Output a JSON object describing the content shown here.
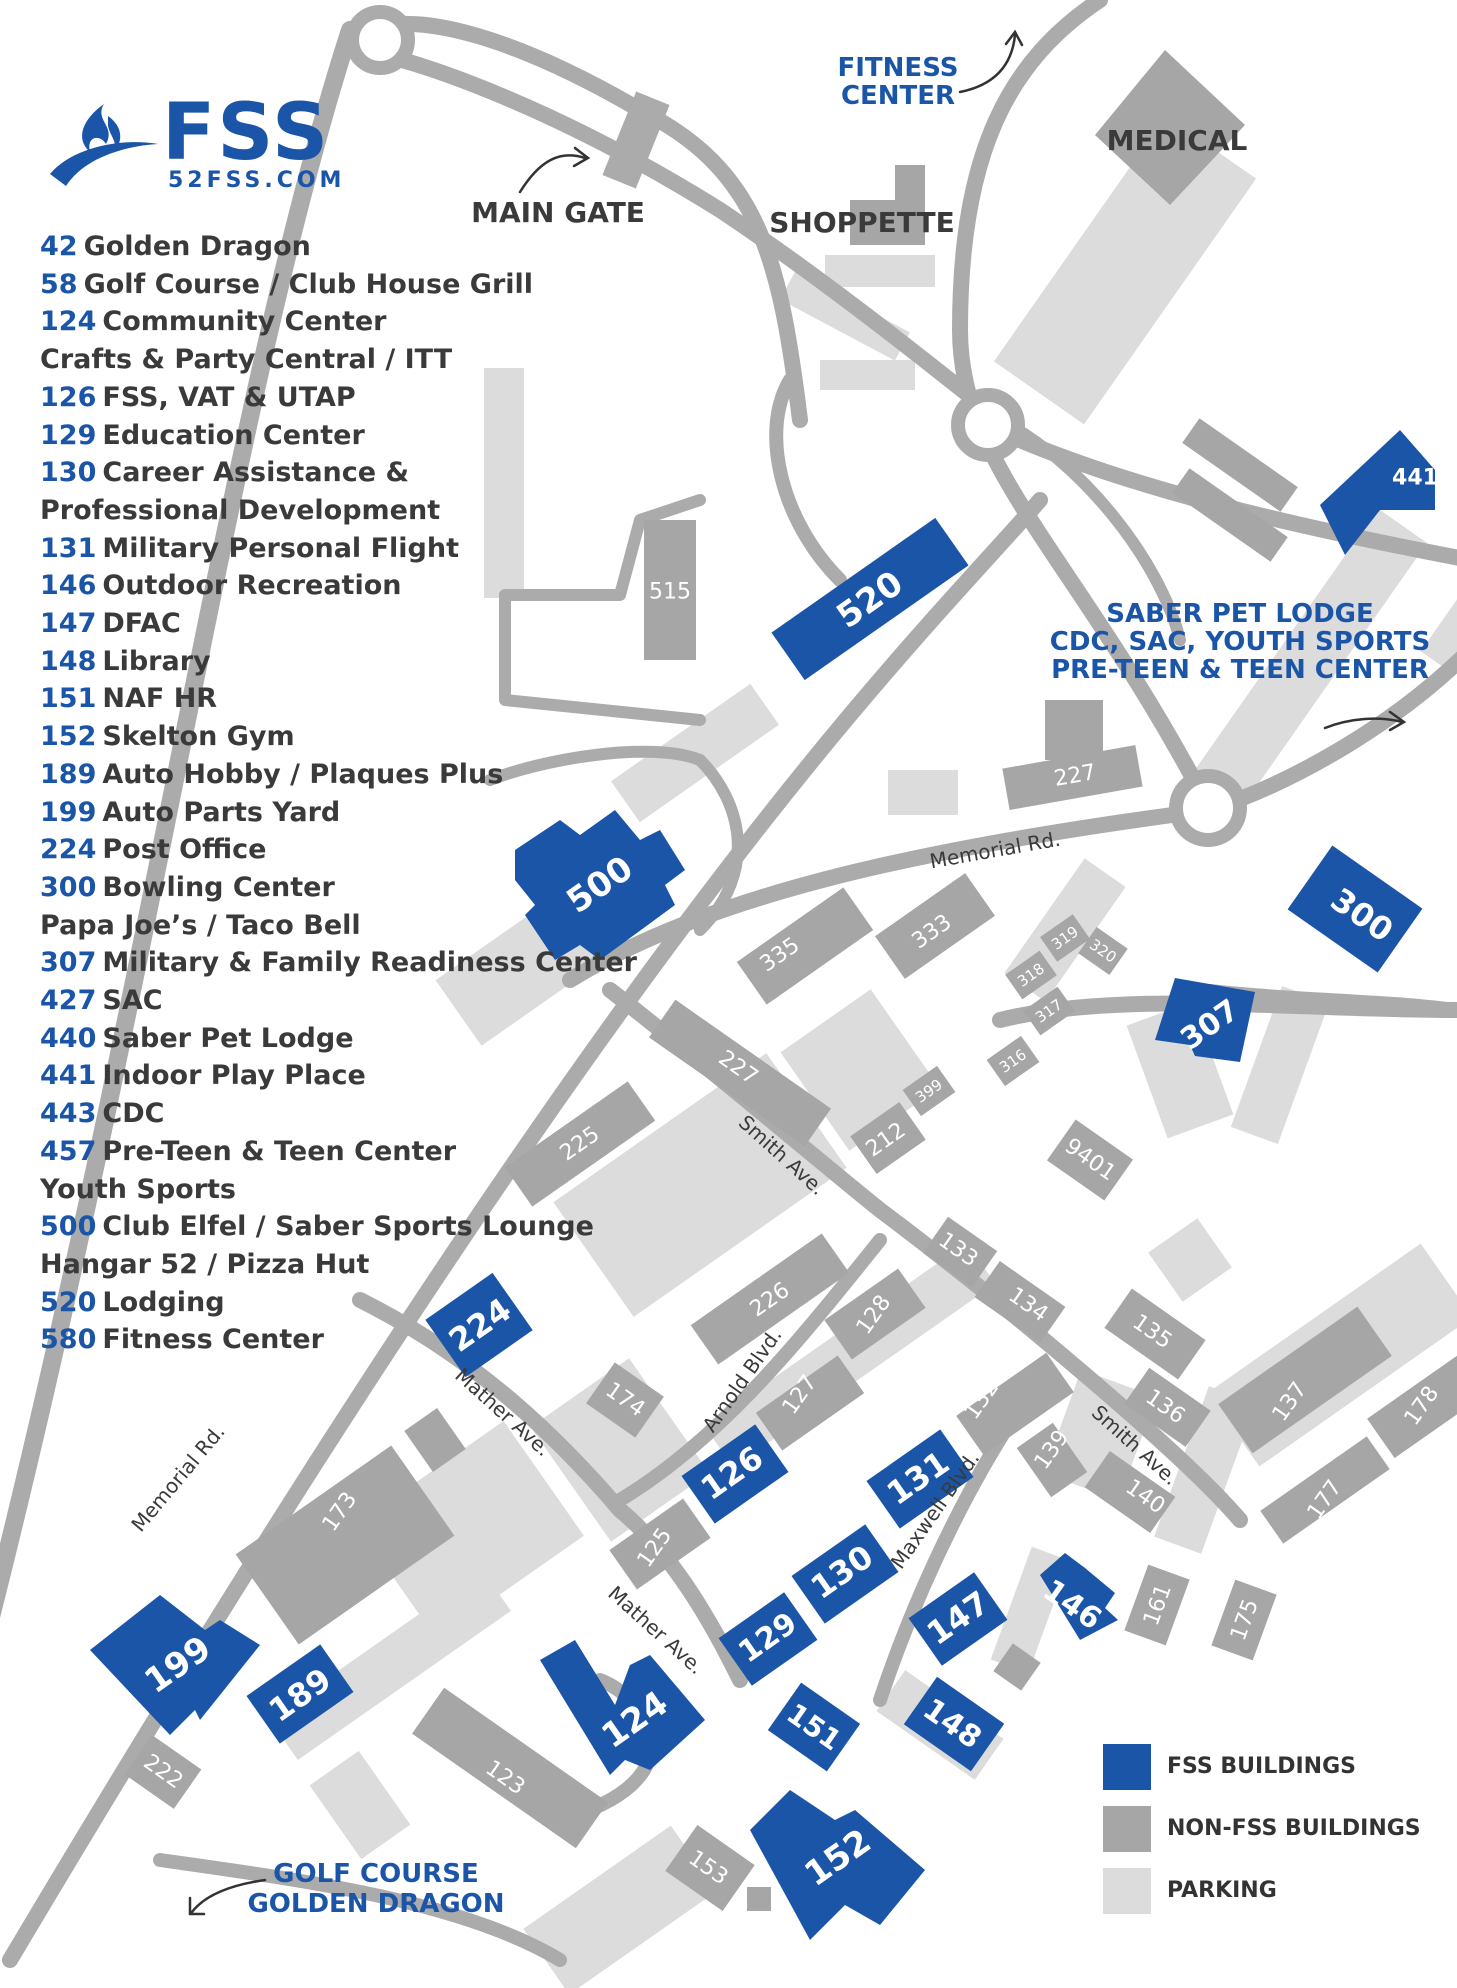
{
  "brand": {
    "name": "FSS",
    "url": "52FSS.COM",
    "color": "#1b55a8"
  },
  "colors": {
    "fss": "#1b55a8",
    "non_fss": "#a6a6a6",
    "parking": "#dcdcdc",
    "road": "#ababab",
    "background": "#ffffff"
  },
  "directory": [
    {
      "num": "42",
      "name": "Golden Dragon"
    },
    {
      "num": "58",
      "name": "Golf Course / Club House Grill"
    },
    {
      "num": "124",
      "name": "Community Center"
    },
    {
      "num": "",
      "name": "Crafts & Party Central / ITT"
    },
    {
      "num": "126",
      "name": "FSS, VAT & UTAP"
    },
    {
      "num": "129",
      "name": "Education Center"
    },
    {
      "num": "130",
      "name": "Career Assistance &"
    },
    {
      "num": "",
      "name": "Professional Development"
    },
    {
      "num": "131",
      "name": "Military Personal Flight"
    },
    {
      "num": "146",
      "name": "Outdoor Recreation"
    },
    {
      "num": "147",
      "name": "DFAC"
    },
    {
      "num": "148",
      "name": "Library"
    },
    {
      "num": "151",
      "name": "NAF HR"
    },
    {
      "num": "152",
      "name": "Skelton Gym"
    },
    {
      "num": "189",
      "name": "Auto Hobby / Plaques Plus"
    },
    {
      "num": "199",
      "name": "Auto Parts Yard"
    },
    {
      "num": "224",
      "name": "Post Office"
    },
    {
      "num": "300",
      "name": "Bowling Center"
    },
    {
      "num": "",
      "name": "Papa Joe’s / Taco Bell"
    },
    {
      "num": "307",
      "name": "Military & Family Readiness Center"
    },
    {
      "num": "427",
      "name": "SAC"
    },
    {
      "num": "440",
      "name": "Saber Pet Lodge"
    },
    {
      "num": "441",
      "name": "Indoor Play Place"
    },
    {
      "num": "443",
      "name": "CDC"
    },
    {
      "num": "457",
      "name": "Pre-Teen & Teen Center"
    },
    {
      "num": "",
      "name": "Youth Sports"
    },
    {
      "num": "500",
      "name": "Club Elfel / Saber Sports Lounge"
    },
    {
      "num": "",
      "name": "Hangar 52 / Pizza Hut"
    },
    {
      "num": "520",
      "name": "Lodging"
    },
    {
      "num": "580",
      "name": "Fitness Center"
    }
  ],
  "places": {
    "main_gate": "MAIN GATE",
    "shoppette": "SHOPPETTE",
    "medical": "MEDICAL",
    "fitness_1": "FITNESS",
    "fitness_2": "CENTER",
    "saber_1": "SABER PET LODGE",
    "saber_2": "CDC, SAC, YOUTH SPORTS",
    "saber_3": "PRE-TEEN & TEEN CENTER",
    "golf_1": "GOLF COURSE",
    "golf_2": "GOLDEN DRAGON"
  },
  "streets": {
    "memorial_1": "Memorial Rd.",
    "memorial_2": "Memorial Rd.",
    "smith_1": "Smith Ave.",
    "smith_2": "Smith Ave.",
    "mather_1": "Mather Ave.",
    "mather_2": "Mather Ave.",
    "arnold": "Arnold Blvd.",
    "maxwell": "Maxwell Blvd."
  },
  "buildings": {
    "b520": "520",
    "b500": "500",
    "b441": "441",
    "b300": "300",
    "b307": "307",
    "b224": "224",
    "b199": "199",
    "b189": "189",
    "b124": "124",
    "b126": "126",
    "b129": "129",
    "b130": "130",
    "b131": "131",
    "b147": "147",
    "b146": "146",
    "b148": "148",
    "b151": "151",
    "b152": "152",
    "b515": "515",
    "b227a": "227",
    "b227b": "227",
    "b335": "335",
    "b333": "333",
    "b318": "318",
    "b319": "319",
    "b320": "320",
    "b317": "317",
    "b316": "316",
    "b399": "399",
    "b212": "212",
    "b9401": "9401",
    "b225": "225",
    "b226": "226",
    "b133": "133",
    "b134": "134",
    "b135": "135",
    "b136": "136",
    "b137": "137",
    "b178": "178",
    "b177": "177",
    "b140": "140",
    "b139": "139",
    "b132": "132",
    "b128": "128",
    "b127": "127",
    "b125": "125",
    "b174": "174",
    "b173": "173",
    "b161": "161",
    "b175": "175",
    "b123": "123",
    "b153": "153",
    "b222": "222"
  },
  "legend": [
    {
      "label": "FSS BUILDINGS",
      "color": "#1b55a8"
    },
    {
      "label": "NON-FSS BUILDINGS",
      "color": "#a6a6a6"
    },
    {
      "label": "PARKING",
      "color": "#dcdcdc"
    }
  ]
}
